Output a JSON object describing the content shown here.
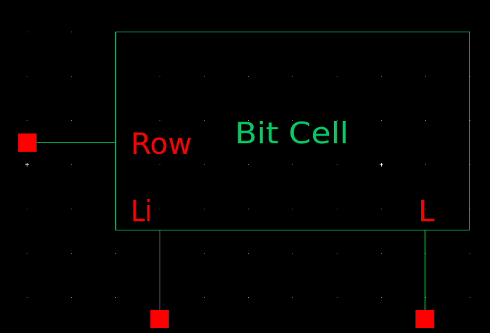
{
  "symbol": {
    "title": "Bit Cell",
    "pins": [
      {
        "name": "Row",
        "side": "left"
      },
      {
        "name": "Li",
        "side": "bottom"
      },
      {
        "name": "L",
        "side": "bottom"
      }
    ]
  },
  "colors": {
    "background": "#000000",
    "body": "#00cc66",
    "pin": "#ff0000",
    "grid": "#8a8a8a"
  }
}
